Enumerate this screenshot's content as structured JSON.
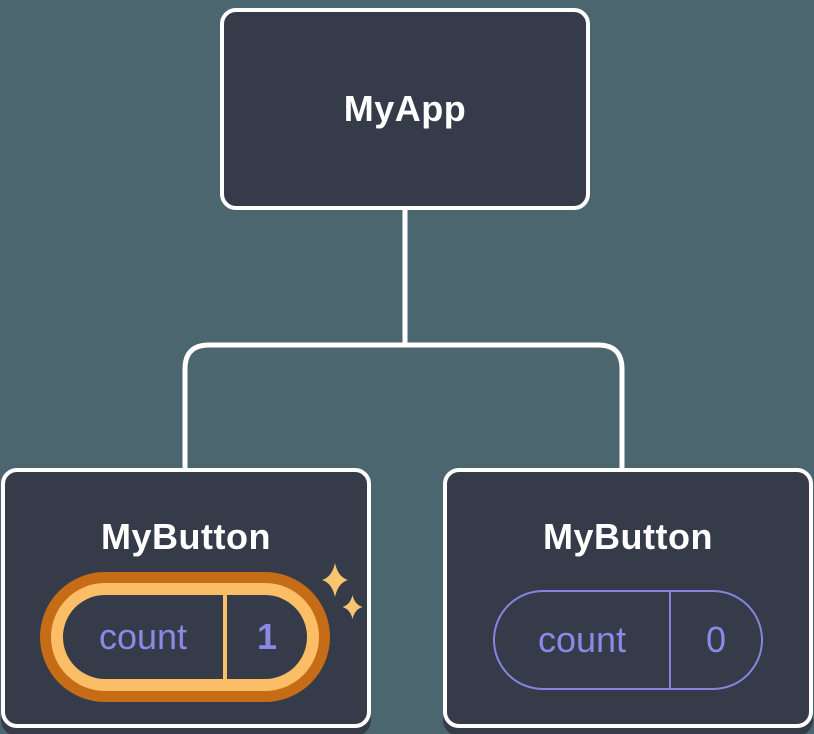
{
  "diagram": {
    "title": "react-component-tree-state-diagram",
    "tree": {
      "root": {
        "label": "MyApp"
      },
      "children": [
        {
          "label": "MyButton",
          "highlighted": true,
          "state": {
            "name": "count",
            "value": "1"
          }
        },
        {
          "label": "MyButton",
          "highlighted": false,
          "state": {
            "name": "count",
            "value": "0"
          }
        }
      ]
    },
    "icons": [
      {
        "name": "sparkle-icon",
        "meaning": "state just updated"
      }
    ],
    "colors": {
      "background": "#4C6670",
      "node_fill": "#353B49",
      "node_border": "#FFFFFF",
      "node_label": "#FFFFFF",
      "connector": "#FFFFFF",
      "state_text": "#8A8AE6",
      "state_pill_border": "#8585E0",
      "highlight_ring_outer": "#C76C16",
      "highlight_ring_inner": "#FBBE66",
      "sparkle": "#F8C671"
    }
  }
}
